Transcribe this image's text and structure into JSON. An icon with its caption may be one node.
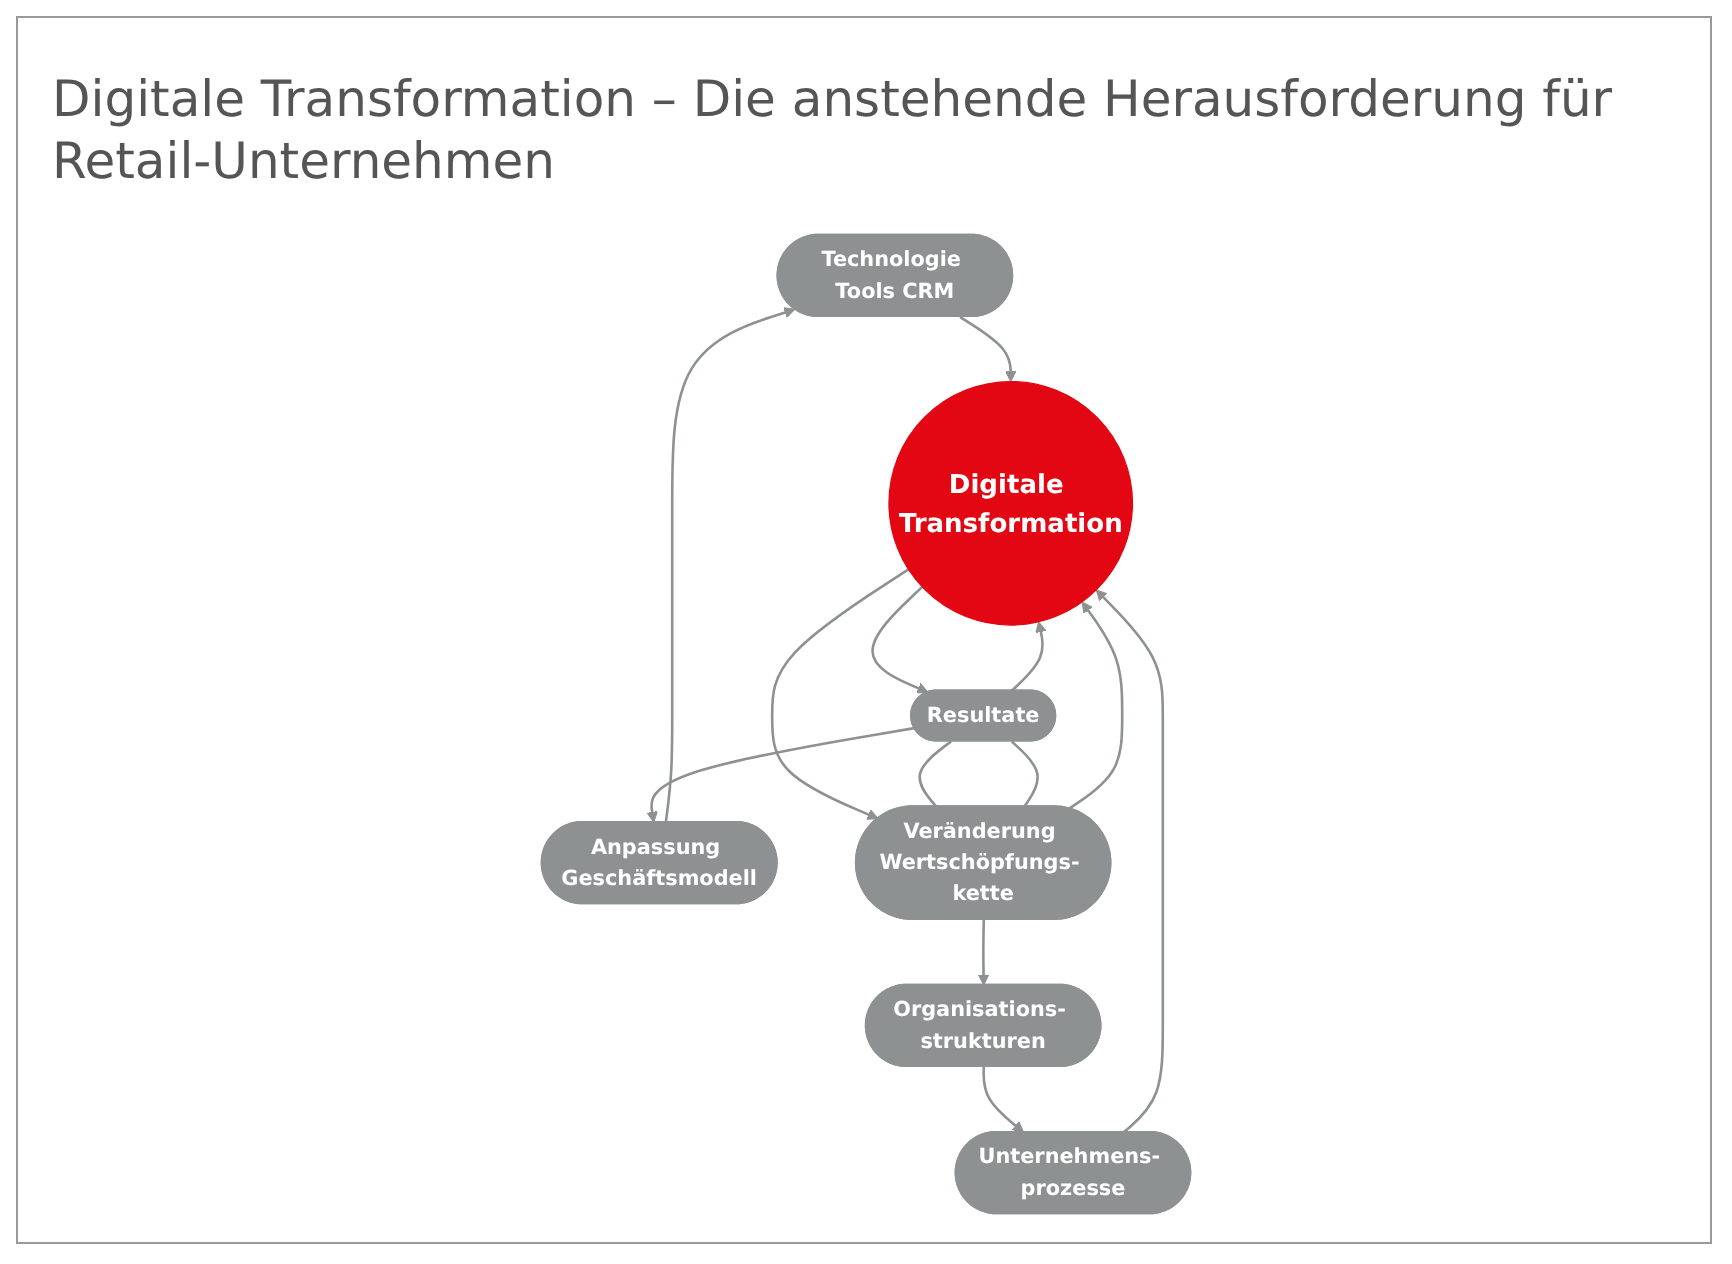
{
  "diagram": {
    "title": "Digitale Transformation – Die anstehende Herausforderung für Retail-Unternehmen",
    "nodes": [
      {
        "text": [
          "Technologie Tools CRM"
        ]
      },
      {
        "text": [
          "Unternehmens- prozesse"
        ]
      },
      {
        "text": [
          "Anpassung Geschäftsmodell"
        ]
      },
      {
        "text": [
          "Digitale Transformation"
        ]
      },
      {
        "text": [
          "Organisations- strukturen"
        ]
      },
      {
        "text": [
          "Resultate"
        ]
      },
      {
        "text": [
          "Veränderung Wertschöpfungs- kette"
        ]
      }
    ],
    "edges": [
      {
        "from": 2,
        "to": 0,
        "arrow": "to"
      },
      {
        "from": 0,
        "to": 3,
        "arrow": "to"
      },
      {
        "from": 1,
        "to": 3,
        "arrow": "to"
      },
      {
        "from": 4,
        "to": 1,
        "arrow": "to"
      },
      {
        "from": 6,
        "to": 4,
        "arrow": "to"
      },
      {
        "from": 5,
        "to": 2,
        "arrow": "to"
      },
      {
        "from": 5,
        "to": 3,
        "arrow": "to"
      },
      {
        "from": 3,
        "to": 5,
        "arrow": "to"
      },
      {
        "from": 3,
        "to": 6,
        "arrow": "to"
      },
      {
        "from": 6,
        "to": 3,
        "arrow": "to"
      },
      {
        "from": 5,
        "to": 6,
        "arrow": "none"
      },
      {
        "from": 5,
        "to": 6,
        "arrow": "none"
      }
    ]
  }
}
